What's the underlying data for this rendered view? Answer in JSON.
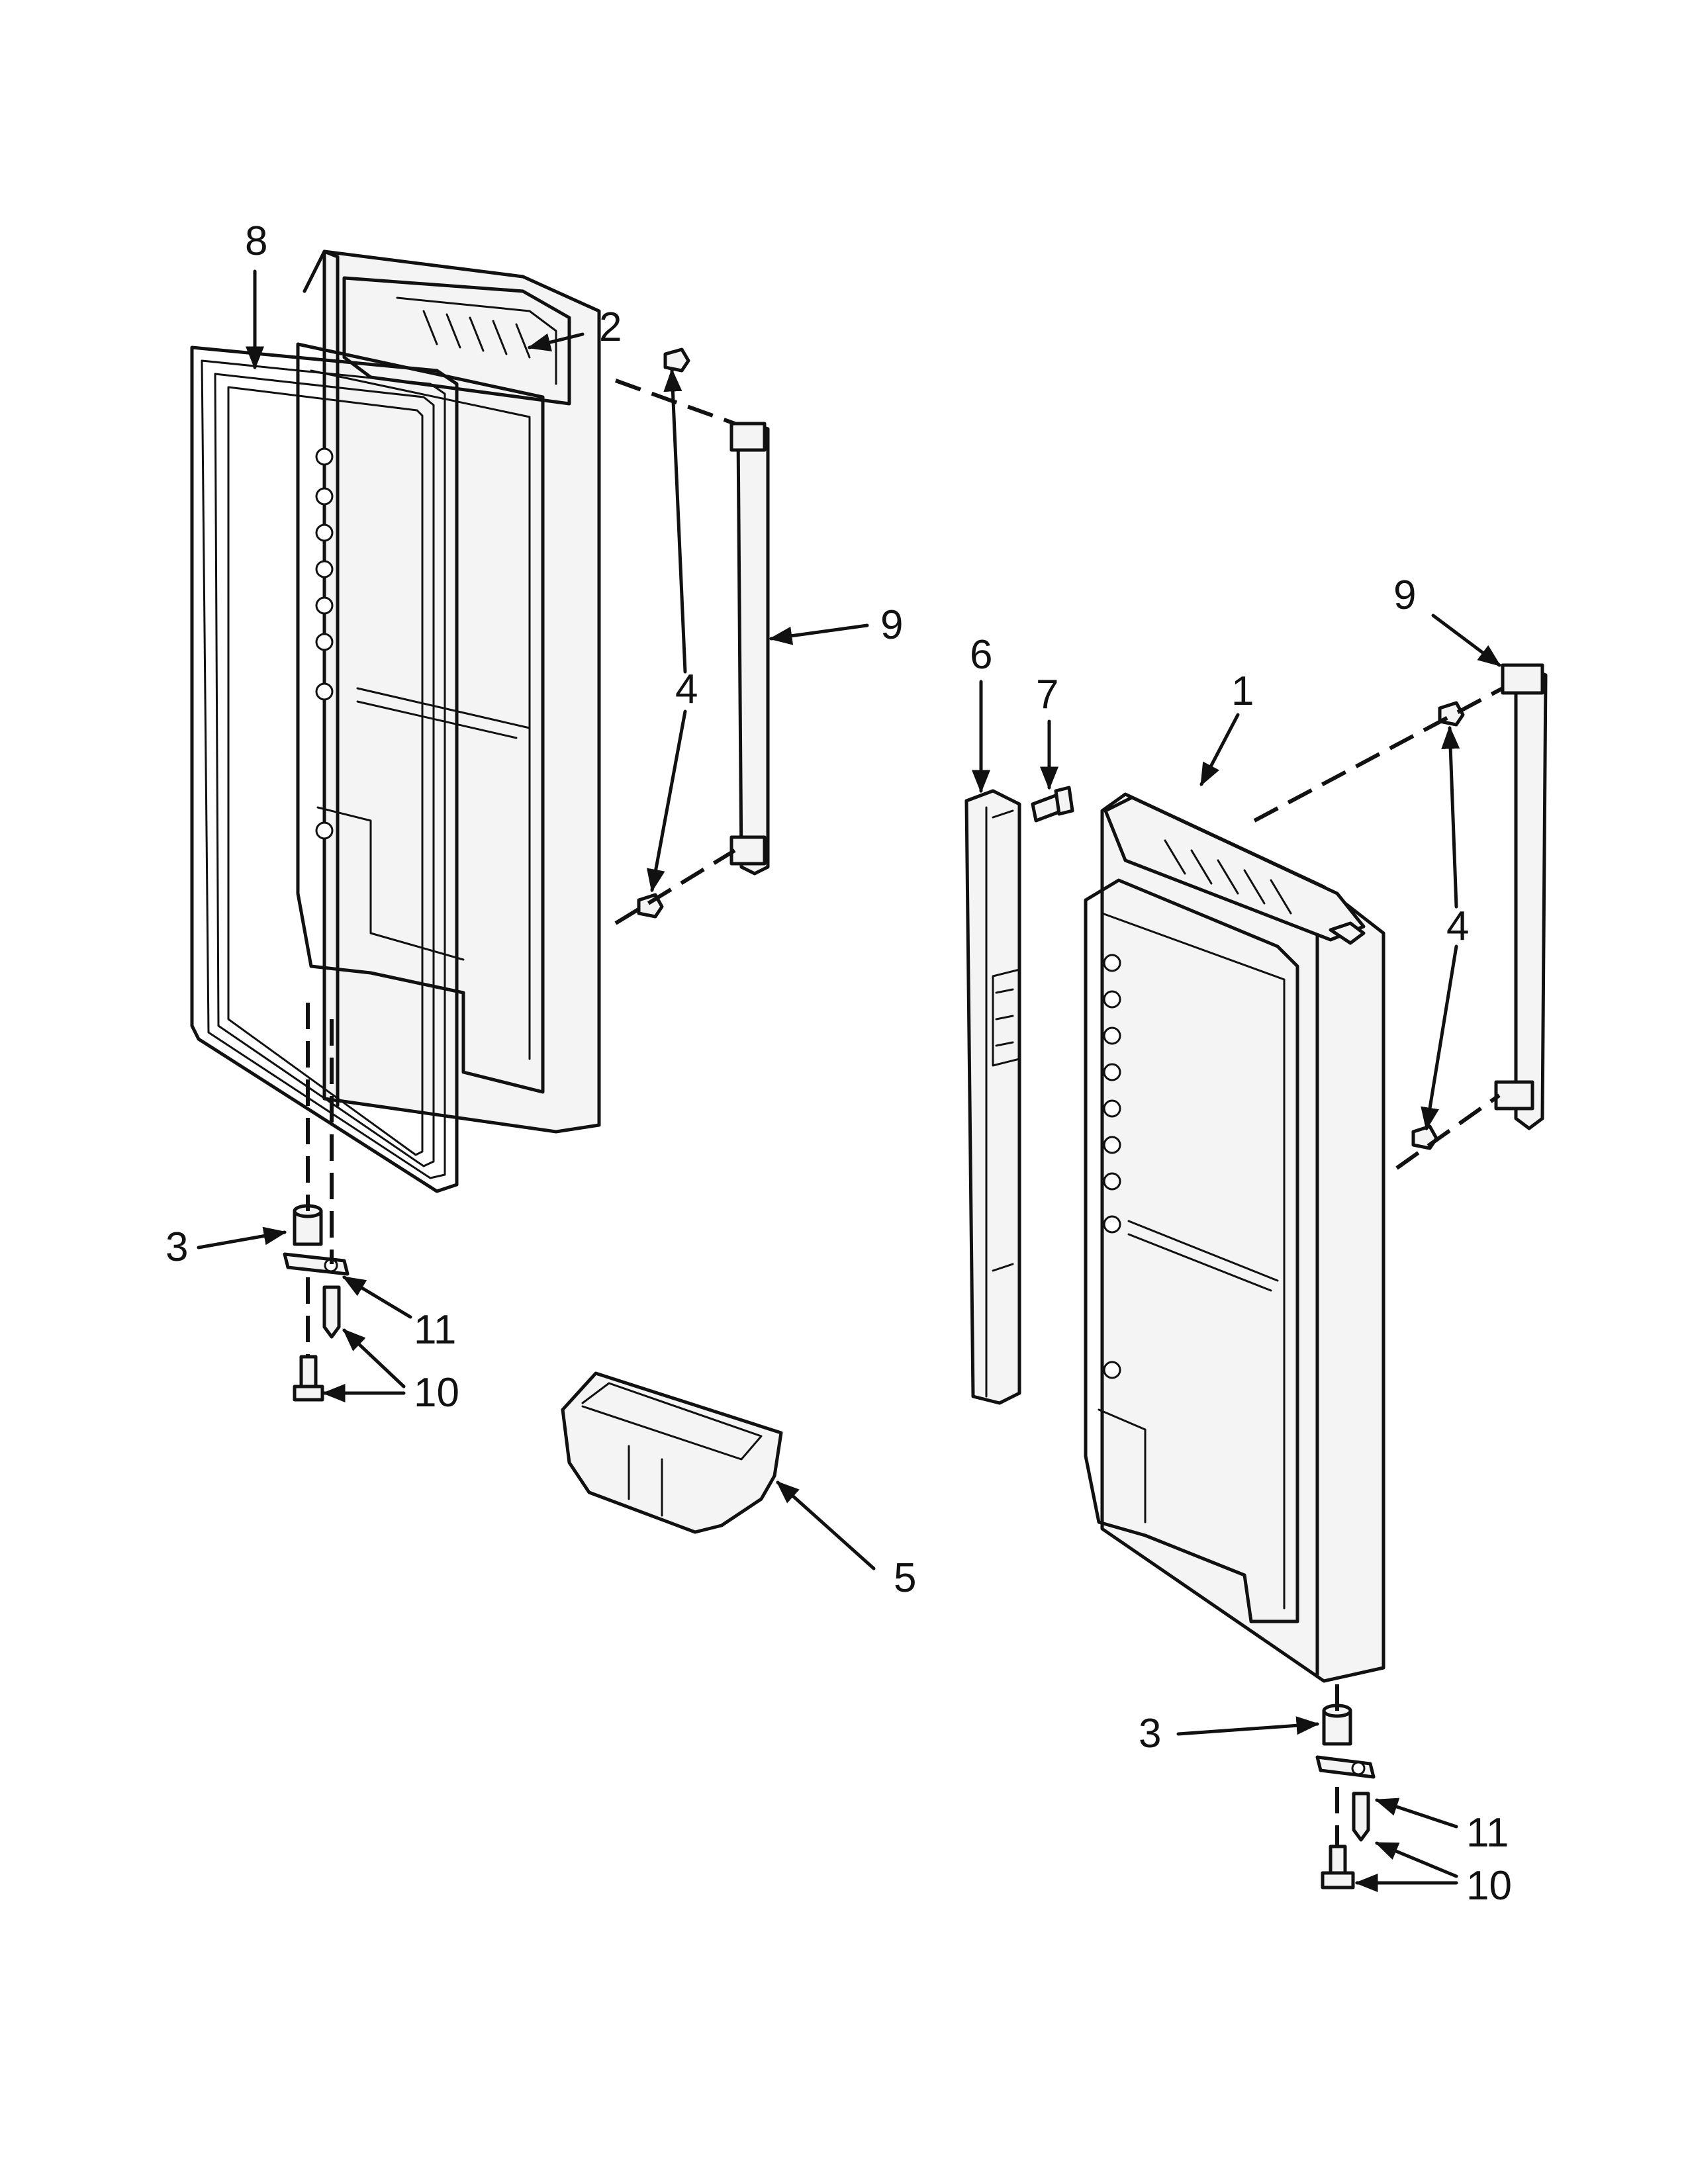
{
  "callouts": {
    "c1": "1",
    "c2": "2",
    "c3_left": "3",
    "c3_right": "3",
    "c4_left": "4",
    "c4_right": "4",
    "c5": "5",
    "c6": "6",
    "c7": "7",
    "c8": "8",
    "c9_left": "9",
    "c9_right": "9",
    "c10_left": "10",
    "c10_right": "10",
    "c11_left": "11",
    "c11_right": "11"
  }
}
